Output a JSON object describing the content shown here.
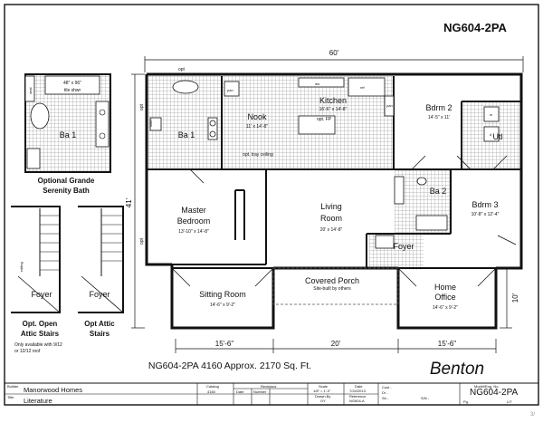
{
  "header": {
    "model_code": "NG604-2PA"
  },
  "dimensions": {
    "overall_width": "60'",
    "overall_depth": "41'",
    "bottom_left": "15'-6\"",
    "bottom_center": "20'",
    "bottom_right": "15'-6\"",
    "right_depth": "10'"
  },
  "rooms": {
    "kitchen": {
      "name": "Kitchen",
      "size": "16'-6\" x 14'-8\""
    },
    "nook": {
      "name": "Nook",
      "size": "11' x 14'-8\"",
      "note": "opt. tray ceiling"
    },
    "ba1": {
      "name": "Ba 1"
    },
    "bdrm2": {
      "name": "Bdrm 2",
      "size": "14'-5\" x 11'"
    },
    "util": {
      "name": "Utl"
    },
    "ba2": {
      "name": "Ba 2"
    },
    "bdrm3": {
      "name": "Bdrm 3",
      "size": "10'-8\" x 12'-4\""
    },
    "master": {
      "name": "Master Bedroom",
      "name_l1": "Master",
      "name_l2": "Bedroom",
      "size": "13'-10\" x 14'-8\""
    },
    "living": {
      "name": "Living Room",
      "name_l1": "Living",
      "name_l2": "Room",
      "size": "20' x 14'-8\""
    },
    "foyer": {
      "name": "Foyer"
    },
    "porch": {
      "name": "Covered Porch",
      "note": "Site-built by others"
    },
    "sitting": {
      "name": "Sitting Room",
      "size": "14'-6\" x 9'-2\""
    },
    "office": {
      "name": "Home Office",
      "name_l1": "Home",
      "name_l2": "Office",
      "size": "14'-6\" x 9'-2\""
    }
  },
  "fixtures": {
    "opt": "opt",
    "opt_fp": "opt. FP",
    "opt_w": "opt",
    "pan": "pan",
    "dw": "dw",
    "ref": "ref",
    "linen": "linen",
    "closet": "cl",
    "w": "w",
    "d": "d"
  },
  "options": {
    "grande_tub": "48\" x 96\"",
    "grande_tile": "tile shwr",
    "grande_seat": "seat",
    "grande_ba": "Ba 1",
    "grande_title_l1": "Optional Grande",
    "grande_title_l2": "Serenity Bath",
    "stairs_open_l1": "Opt. Open",
    "stairs_open_l2": "Attic Stairs",
    "stairs_open_note_l1": "Only available with 9/12",
    "stairs_open_note_l2": "or 12/12 roof",
    "stairs_attic_l1": "Opt Attic",
    "stairs_attic_l2": "Stairs",
    "foyer": "Foyer",
    "railing": "railing"
  },
  "caption": "NG604-2PA 4160  Approx. 2170 Sq. Ft.",
  "brand": "Benton",
  "title_block": {
    "builder_label": "Builder",
    "builder": "Manorwood Homes",
    "title_label": "Title",
    "title": "Literature",
    "catalog_label": "Catalog",
    "catalog": "4160",
    "revisions_label": "Revisions",
    "date_label": "Date",
    "number_label": "Number",
    "scale_label": "Scale",
    "scale": "1/8\" = 1'-0\"",
    "drawn_label": "Drawn By",
    "drawn": "OY",
    "date_label2": "Date",
    "date": "7/24/2013",
    "reference_label": "Reference",
    "reference": "NG604-A",
    "cust_label": "Cust -",
    "dr_label": "Dr -",
    "sh_label": "Sh -",
    "sn_label": "S/N -",
    "model_label": "Model/Eng. No.",
    "model": "NG604-2PA",
    "pg_label": "Pg.",
    "pg": "LIT"
  },
  "footer_mark": "3/"
}
